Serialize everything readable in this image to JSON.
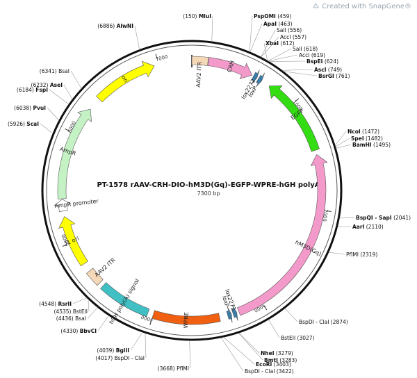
{
  "watermark": "Created with SnapGene®",
  "plasmid": {
    "name": "PT-1578  rAAV-CRH-DIO-hM3D(Gq)-EGFP-WPRE-hGH polyA",
    "length_label": "7300 bp",
    "length": 7300
  },
  "ticks": [
    {
      "pos": 1000,
      "label": "1000"
    },
    {
      "pos": 2000,
      "label": "2000"
    },
    {
      "pos": 3000,
      "label": "3000"
    },
    {
      "pos": 4000,
      "label": "4000"
    },
    {
      "pos": 5000,
      "label": "5000"
    },
    {
      "pos": 6000,
      "label": "6000"
    },
    {
      "pos": 7000,
      "label": "7000"
    }
  ],
  "features": [
    {
      "name": "AAV2 ITR",
      "start": 0,
      "end": 145,
      "color": "#f5d8b8",
      "dir": 0
    },
    {
      "name": "CRH",
      "start": 150,
      "end": 560,
      "color": "#f39acb",
      "dir": 1
    },
    {
      "name": "lox2272",
      "start": 575,
      "end": 610,
      "color": "#3a7ca8",
      "dir": 1
    },
    {
      "name": "loxP",
      "start": 625,
      "end": 660,
      "color": "#3a7ca8",
      "dir": 1
    },
    {
      "name": "EGFP",
      "start": 740,
      "end": 1460,
      "color": "#33dd11",
      "dir": -1
    },
    {
      "name": "hM3D(Gq)",
      "start": 1500,
      "end": 3220,
      "color": "#f39acb",
      "dir": -1
    },
    {
      "name": "lox2272",
      "start": 3240,
      "end": 3275,
      "color": "#3a7ca8",
      "dir": -1
    },
    {
      "name": "loxP",
      "start": 3290,
      "end": 3325,
      "color": "#3a7ca8",
      "dir": -1
    },
    {
      "name": "WPRE",
      "start": 3400,
      "end": 4000,
      "color": "#f06010",
      "dir": 0
    },
    {
      "name": "hGH poly(A) signal",
      "start": 4050,
      "end": 4520,
      "color": "#40c0c4",
      "dir": 0
    },
    {
      "name": "AAV2 ITR",
      "start": 4560,
      "end": 4700,
      "color": "#f5d8b8",
      "dir": 0
    },
    {
      "name": "f1 ori",
      "start": 4780,
      "end": 5240,
      "color": "#ffff00",
      "dir": 1
    },
    {
      "name": "AmpR promoter",
      "start": 5290,
      "end": 5395,
      "color": "#ffffff",
      "dir": 1
    },
    {
      "name": "AmpR",
      "start": 5400,
      "end": 6260,
      "color": "#c4f2c4",
      "dir": 1
    },
    {
      "name": "ori",
      "start": 6380,
      "end": 6960,
      "color": "#ffff00",
      "dir": 1
    }
  ],
  "sites": [
    {
      "name": "MluI",
      "pos": "(150)",
      "side": "left",
      "bold": true
    },
    {
      "name": "PspOMI",
      "pos": "(459)",
      "side": "right",
      "bold": true
    },
    {
      "name": "ApaI",
      "pos": "(463)",
      "side": "right",
      "bold": true
    },
    {
      "name": "SalI",
      "pos": "(556)",
      "side": "right",
      "bold": false
    },
    {
      "name": "AccI",
      "pos": "(557)",
      "side": "right",
      "bold": false
    },
    {
      "name": "XbaI",
      "pos": "(612)",
      "side": "right",
      "bold": true
    },
    {
      "name": "SalI",
      "pos": "(618)",
      "side": "right",
      "bold": false
    },
    {
      "name": "AccI",
      "pos": "(619)",
      "side": "right",
      "bold": false
    },
    {
      "name": "BspEI",
      "pos": "(624)",
      "side": "right",
      "bold": true
    },
    {
      "name": "AscI",
      "pos": "(749)",
      "side": "right",
      "bold": true
    },
    {
      "name": "BsrGI",
      "pos": "(761)",
      "side": "right",
      "bold": true
    },
    {
      "name": "NcoI",
      "pos": "(1472)",
      "side": "right",
      "bold": true
    },
    {
      "name": "SpeI",
      "pos": "(1482)",
      "side": "right",
      "bold": true
    },
    {
      "name": "BamHI",
      "pos": "(1495)",
      "side": "right",
      "bold": true
    },
    {
      "name": "BspQI - SapI",
      "pos": "(2041)",
      "side": "right",
      "bold": true
    },
    {
      "name": "AarI",
      "pos": "(2110)",
      "side": "right",
      "bold": true
    },
    {
      "name": "PflMI",
      "pos": "(2319)",
      "side": "right",
      "bold": false
    },
    {
      "name": "BspDI - ClaI",
      "pos": "(2874)",
      "side": "right",
      "bold": false
    },
    {
      "name": "BstEII",
      "pos": "(3027)",
      "side": "right",
      "bold": false
    },
    {
      "name": "NheI",
      "pos": "(3279)",
      "side": "right",
      "bold": true
    },
    {
      "name": "BmtI",
      "pos": "(3283)",
      "side": "right",
      "bold": true
    },
    {
      "name": "EcoRI",
      "pos": "(3403)",
      "side": "right",
      "bold": true
    },
    {
      "name": "BspDI - ClaI",
      "pos": "(3422)",
      "side": "right",
      "bold": false
    },
    {
      "name": "PflMI",
      "pos": "(3668)",
      "side": "left",
      "bold": false
    },
    {
      "name": "BglII",
      "pos": "(4039)",
      "side": "left",
      "bold": true
    },
    {
      "name": "BspDI - ClaI",
      "pos": "(4017)",
      "side": "left",
      "bold": false
    },
    {
      "name": "BbvCI",
      "pos": "(4330)",
      "side": "left",
      "bold": true
    },
    {
      "name": "BsaI",
      "pos": "(4436)",
      "side": "left",
      "bold": false
    },
    {
      "name": "BstEII",
      "pos": "(4535)",
      "side": "left",
      "bold": false
    },
    {
      "name": "RsrII",
      "pos": "(4548)",
      "side": "left",
      "bold": true
    },
    {
      "name": "ScaI",
      "pos": "(5926)",
      "side": "left",
      "bold": true
    },
    {
      "name": "PvuI",
      "pos": "(6038)",
      "side": "left",
      "bold": true
    },
    {
      "name": "FspI",
      "pos": "(6184)",
      "side": "left",
      "bold": true
    },
    {
      "name": "AseI",
      "pos": "(6232)",
      "side": "left",
      "bold": true
    },
    {
      "name": "BsaI",
      "pos": "(6341)",
      "side": "left",
      "bold": false
    },
    {
      "name": "AlwNI",
      "pos": "(6886)",
      "side": "left",
      "bold": true
    }
  ]
}
